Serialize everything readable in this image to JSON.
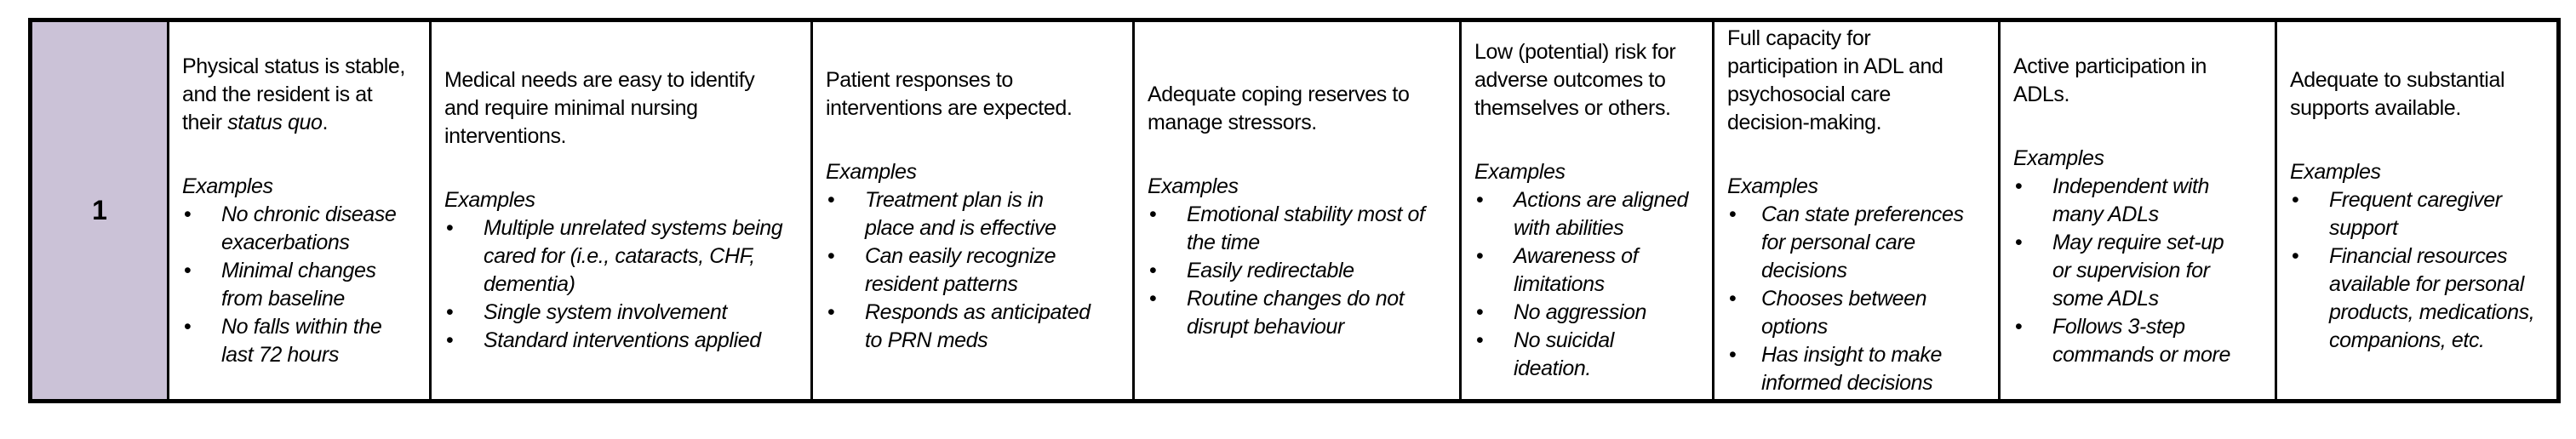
{
  "page": {
    "background": "#ffffff",
    "border_color": "#000000"
  },
  "row": {
    "level": "1",
    "level_bg": "#cbc2d7",
    "examples_heading": "Examples",
    "bullet_glyph": "•",
    "cells": [
      {
        "name": "physical-status",
        "description": [
          {
            "text": "Physical status is stable, and the resident is at their ",
            "italic": false
          },
          {
            "text": "status quo",
            "italic": true
          },
          {
            "text": ".",
            "italic": false
          }
        ],
        "examples": [
          "No chronic disease exacerbations",
          "Minimal changes from baseline",
          "No falls within the last 72 hours"
        ]
      },
      {
        "name": "medical-needs",
        "description": [
          {
            "text": "Medical needs are easy to identify and require minimal nursing interventions.",
            "italic": false
          }
        ],
        "examples": [
          "Multiple unrelated systems being cared for (i.e., cataracts, CHF, dementia)",
          "Single system involvement",
          "Standard interventions applied"
        ]
      },
      {
        "name": "patient-responses",
        "description": [
          {
            "text": "Patient responses to interventions are expected.",
            "italic": false
          }
        ],
        "examples": [
          "Treatment plan is in place and is effective",
          "Can easily recognize resident patterns",
          "Responds as anticipated to PRN meds"
        ]
      },
      {
        "name": "coping-reserves",
        "description": [
          {
            "text": "Adequate coping reserves to manage stressors.",
            "italic": false
          }
        ],
        "examples": [
          "Emotional stability most of the time",
          "Easily redirectable",
          "Routine changes do not disrupt behaviour"
        ]
      },
      {
        "name": "risk-adverse-outcomes",
        "description": [
          {
            "text": "Low (potential) risk for adverse outcomes to themselves or others.",
            "italic": false
          }
        ],
        "examples": [
          "Actions are aligned with abilities",
          "Awareness of limitations",
          "No aggression",
          "No suicidal ideation."
        ]
      },
      {
        "name": "decision-making-capacity",
        "description": [
          {
            "text": "Full capacity for participation in ADL and psychosocial care decision-making.",
            "italic": false
          }
        ],
        "examples": [
          "Can state preferences for personal care decisions",
          "Chooses between options",
          "Has insight to make informed decisions"
        ]
      },
      {
        "name": "adl-participation",
        "description": [
          {
            "text": "Active participation in ADLs.",
            "italic": false
          }
        ],
        "examples": [
          "Independent with many ADLs",
          "May require set-up or supervision for some ADLs",
          "Follows 3-step commands or more"
        ]
      },
      {
        "name": "supports-available",
        "description": [
          {
            "text": "Adequate to substantial supports available.",
            "italic": false
          }
        ],
        "examples": [
          "Frequent caregiver support",
          "Financial resources available for personal products, medications, companions, etc."
        ]
      }
    ]
  }
}
